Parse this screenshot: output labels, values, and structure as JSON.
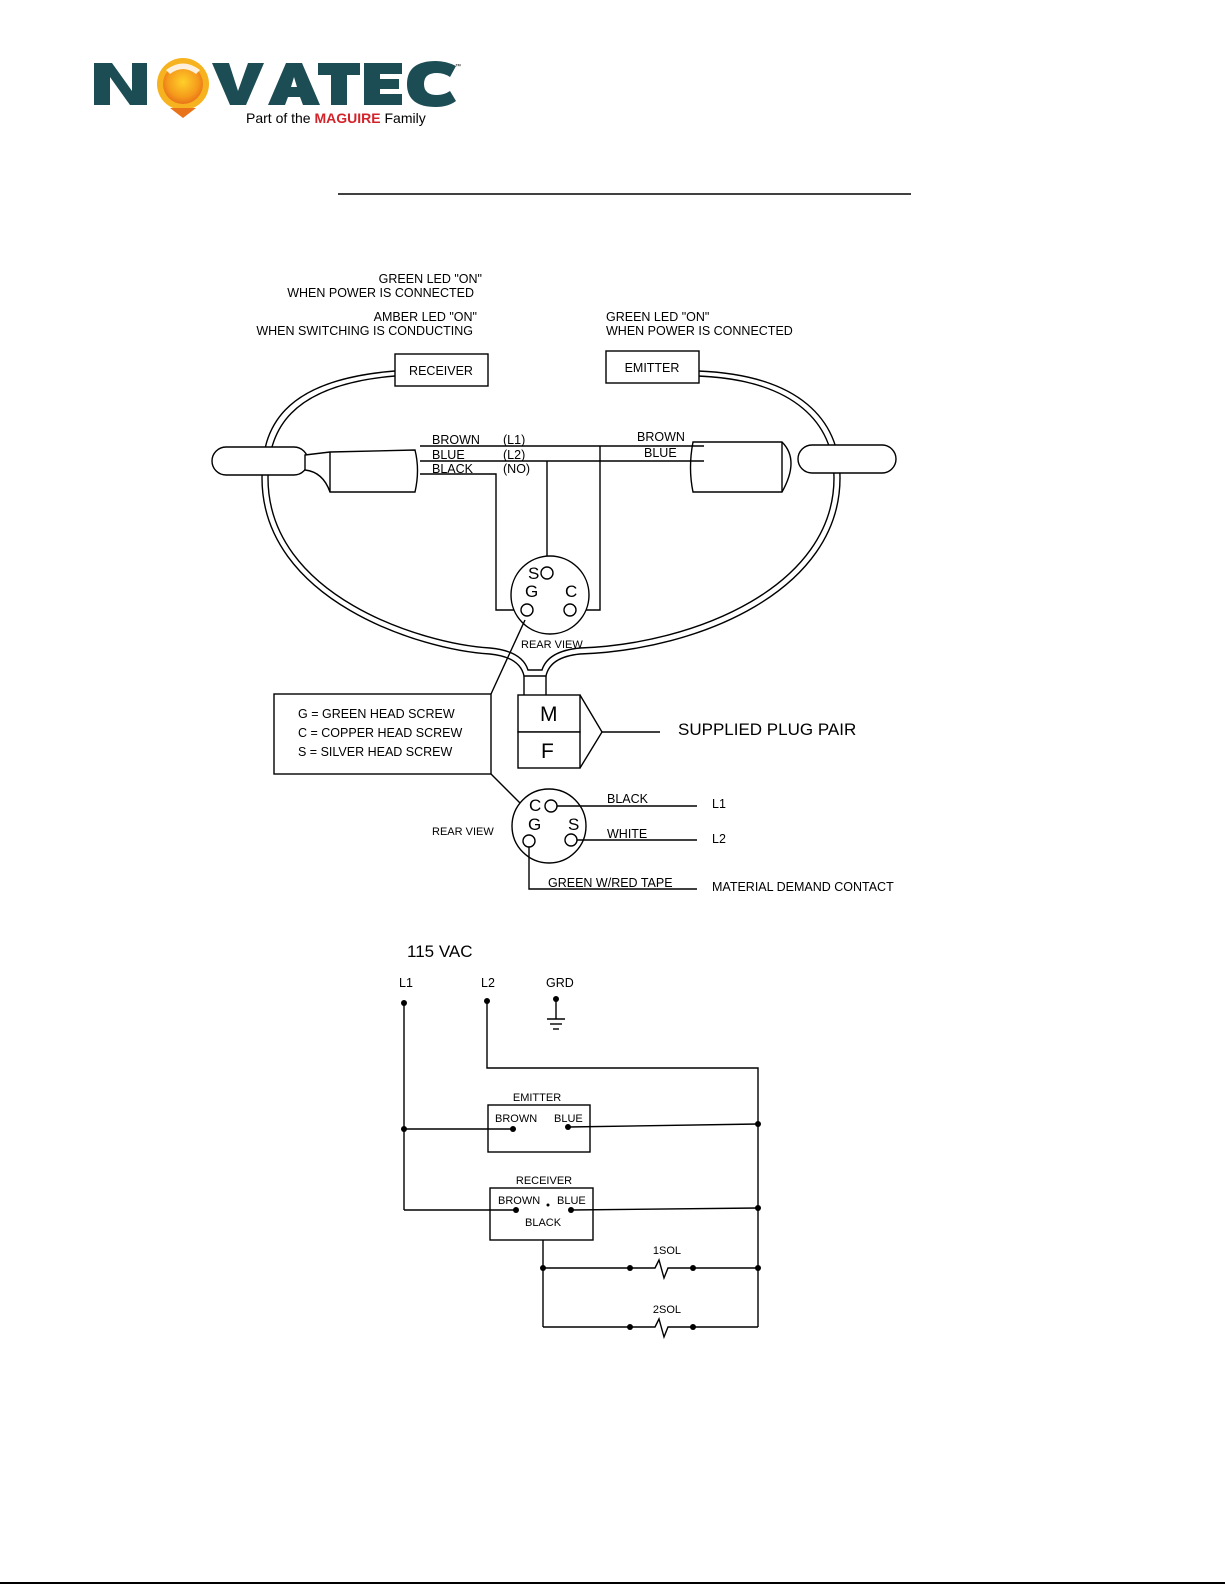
{
  "logo": {
    "brand": "NOVATEC",
    "tagline_prefix": "Part of the",
    "tagline_brand": "MAGUIRE",
    "tagline_suffix": "Family",
    "colors": {
      "brand": "#1c4c54",
      "accent_red": "#d3232a",
      "sun_orange": "#f59a1b",
      "sun_yellow": "#ffd02a"
    }
  },
  "top_diagram": {
    "receiver_note_1": "GREEN LED \"ON\"",
    "receiver_note_2": "WHEN POWER IS CONNECTED",
    "receiver_note_3": "AMBER LED \"ON\"",
    "receiver_note_4": "WHEN SWITCHING IS CONDUCTING",
    "emitter_note_1": "GREEN LED \"ON\"",
    "emitter_note_2": "WHEN POWER IS CONNECTED",
    "receiver_label": "RECEIVER",
    "emitter_label": "EMITTER",
    "wires_left": [
      "BROWN",
      "BLUE",
      "BLACK"
    ],
    "wire_codes": [
      "(L1)",
      "(L2)",
      "(NO)"
    ],
    "wires_right": [
      "BROWN",
      "BLUE"
    ],
    "upper_pins": [
      "S",
      "G",
      "C"
    ],
    "rear_view": "REAR VIEW",
    "legend": [
      "G = GREEN HEAD SCREW",
      "C = COPPER HEAD SCREW",
      "S = SILVER HEAD SCREW"
    ],
    "plug_m": "M",
    "plug_f": "F",
    "plug_pair": "SUPPLIED PLUG PAIR",
    "lower_pins": [
      "C",
      "G",
      "S"
    ],
    "lower_wires": [
      "BLACK",
      "WHITE",
      "GREEN W/RED TAPE"
    ],
    "lower_terms": [
      "L1",
      "L2",
      "MATERIAL DEMAND CONTACT"
    ]
  },
  "ladder": {
    "supply": "115 VAC",
    "l1": "L1",
    "l2": "L2",
    "grd": "GRD",
    "emitter": "EMITTER",
    "emitter_brown": "BROWN",
    "emitter_blue": "BLUE",
    "receiver": "RECEIVER",
    "receiver_brown": "BROWN",
    "receiver_blue": "BLUE",
    "receiver_black": "BLACK",
    "sol1": "1SOL",
    "sol2": "2SOL"
  }
}
